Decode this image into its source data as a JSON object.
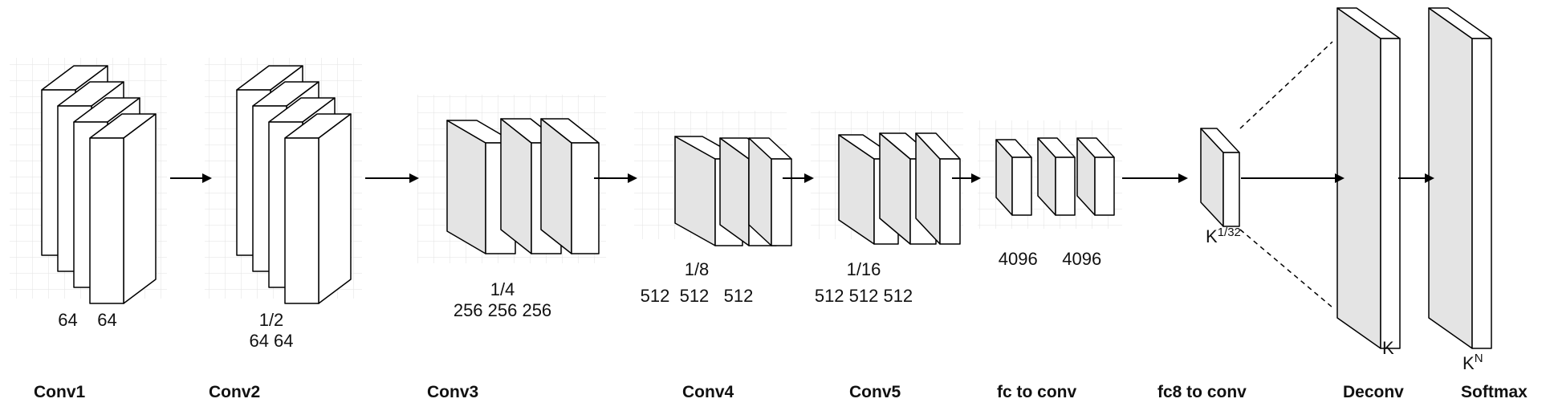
{
  "stages": [
    {
      "id": "conv1",
      "title": "Conv1",
      "dims": [
        "64    64"
      ]
    },
    {
      "id": "conv2",
      "title": "Conv2",
      "dims": [
        "1/2",
        "64 64"
      ]
    },
    {
      "id": "conv3",
      "title": "Conv3",
      "dims": [
        "1/4",
        "256 256 256"
      ]
    },
    {
      "id": "conv4",
      "title": "Conv4",
      "dims": [
        "1/8",
        "512  512   512"
      ]
    },
    {
      "id": "conv5",
      "title": "Conv5",
      "dims": [
        "1/16",
        "512 512 512"
      ]
    },
    {
      "id": "fc",
      "title": "fc to conv",
      "dims": [
        "4096     4096"
      ]
    },
    {
      "id": "fc8",
      "title": "fc8 to conv",
      "dims": []
    },
    {
      "id": "deconv",
      "title": "Deconv",
      "dims": []
    },
    {
      "id": "softmax",
      "title": "Softmax",
      "dims": []
    }
  ],
  "fc8_label": {
    "base": "K",
    "sup": "1/32"
  },
  "deconv_label": {
    "base": "K"
  },
  "softmax_label": {
    "base": "K",
    "sup": "N"
  },
  "colors": {
    "front": "#ffffff",
    "side": "#e4e4e4",
    "stroke": "#000000",
    "grid": "#dcdcdc"
  }
}
